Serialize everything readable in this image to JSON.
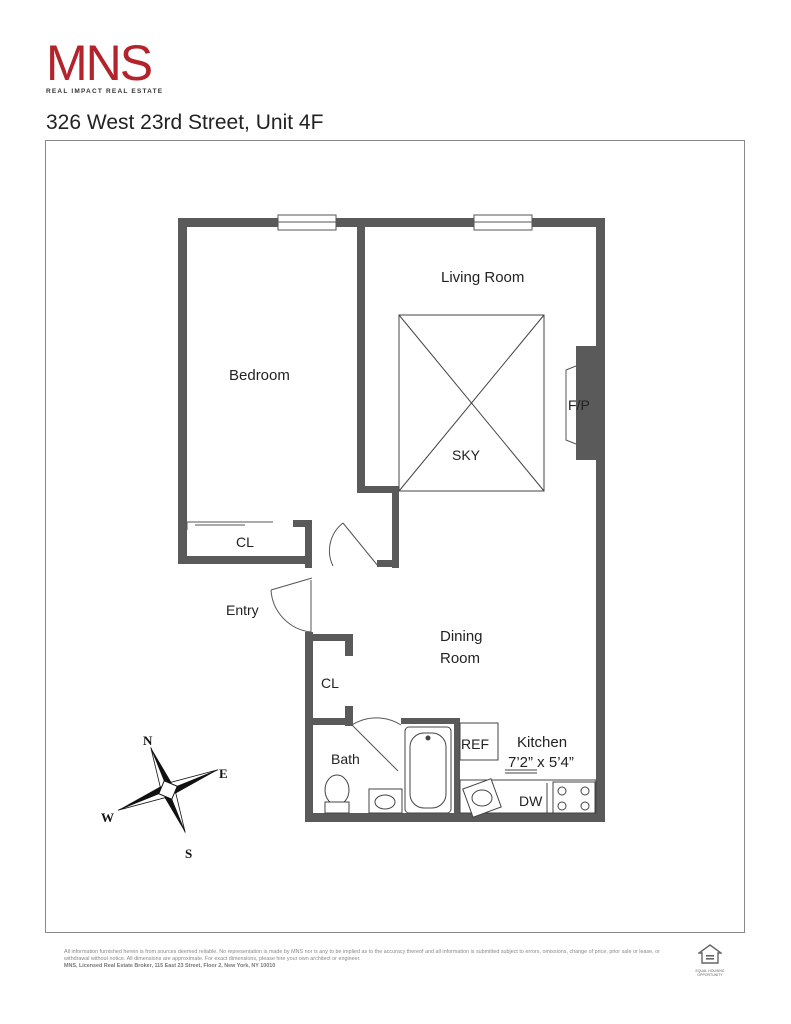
{
  "brand": {
    "logo": "MNS",
    "tagline": "REAL IMPACT REAL ESTATE",
    "accent_color": "#b3232b"
  },
  "address": "326 West 23rd Street, Unit 4F",
  "rooms": {
    "living_room": "Living Room",
    "bedroom": "Bedroom",
    "fireplace": "F/P",
    "skylight": "SKY",
    "bedroom_closet": "CL",
    "entry": "Entry",
    "dining_room_line1": "Dining",
    "dining_room_line2": "Room",
    "hall_closet": "CL",
    "bath": "Bath",
    "refrigerator": "REF",
    "kitchen": "Kitchen",
    "kitchen_dims": "7’2” x 5’4”",
    "dishwasher": "DW"
  },
  "compass": {
    "north": "N",
    "east": "E",
    "south": "S",
    "west": "W"
  },
  "footer": {
    "disclaimer": "All information furnished herein is from sources deemed reliable. No representation is made by MNS nor is any to be implied as to the accuracy thereof and all information is submitted subject to errors, omissions, change of price, prior sale or lease, or withdrawal without notice. All dimensions are approximate. For exact dimensions, please hire your own architect or engineer.",
    "firm": "MNS, Licensed Real Estate Broker, 115 East 23 Street, Floor 2, New York, NY 10010",
    "eho_label": "EQUAL HOUSING OPPORTUNITY",
    "eho_icon": "equal-housing-icon"
  },
  "colors": {
    "wall": "#5a5a5a",
    "line": "#555555"
  }
}
